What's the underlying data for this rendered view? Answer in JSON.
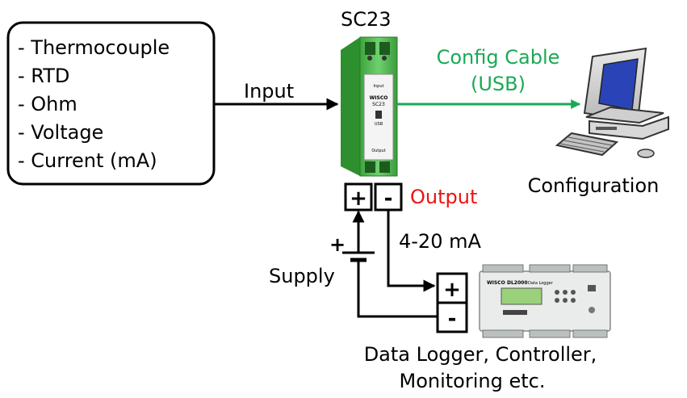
{
  "input_types": {
    "items": [
      "- Thermocouple",
      "- RTD",
      "- Ohm",
      "- Voltage",
      "- Current (mA)"
    ]
  },
  "labels": {
    "device": "SC23",
    "input": "Input",
    "config_cable_line1": "Config Cable",
    "config_cable_line2": "(USB)",
    "configuration": "Configuration",
    "terminal_plus": "+",
    "terminal_minus": "-",
    "output": "Output",
    "current_range": "4-20 mA",
    "supply_plus": "+",
    "supply": "Supply",
    "logger_plus": "+",
    "logger_minus": "-",
    "logger_caption_line1": "Data Logger, Controller,",
    "logger_caption_line2": "Monitoring etc."
  },
  "device_face": {
    "brand": "WISCO",
    "model": "SC23",
    "port": "USB",
    "input_label": "Input",
    "output_label": "Output"
  },
  "logger_face": {
    "brand": "WISCO",
    "model": "DL2000",
    "subtitle": "Data Logger"
  },
  "colors": {
    "config_cable": "#1aaa55",
    "output_text": "#ee1111",
    "device_green": "#5cc25c"
  },
  "icons": {
    "computer": "desktop-computer-icon",
    "device": "signal-conditioner-device",
    "logger": "data-logger-device",
    "supply": "battery-symbol-icon"
  }
}
